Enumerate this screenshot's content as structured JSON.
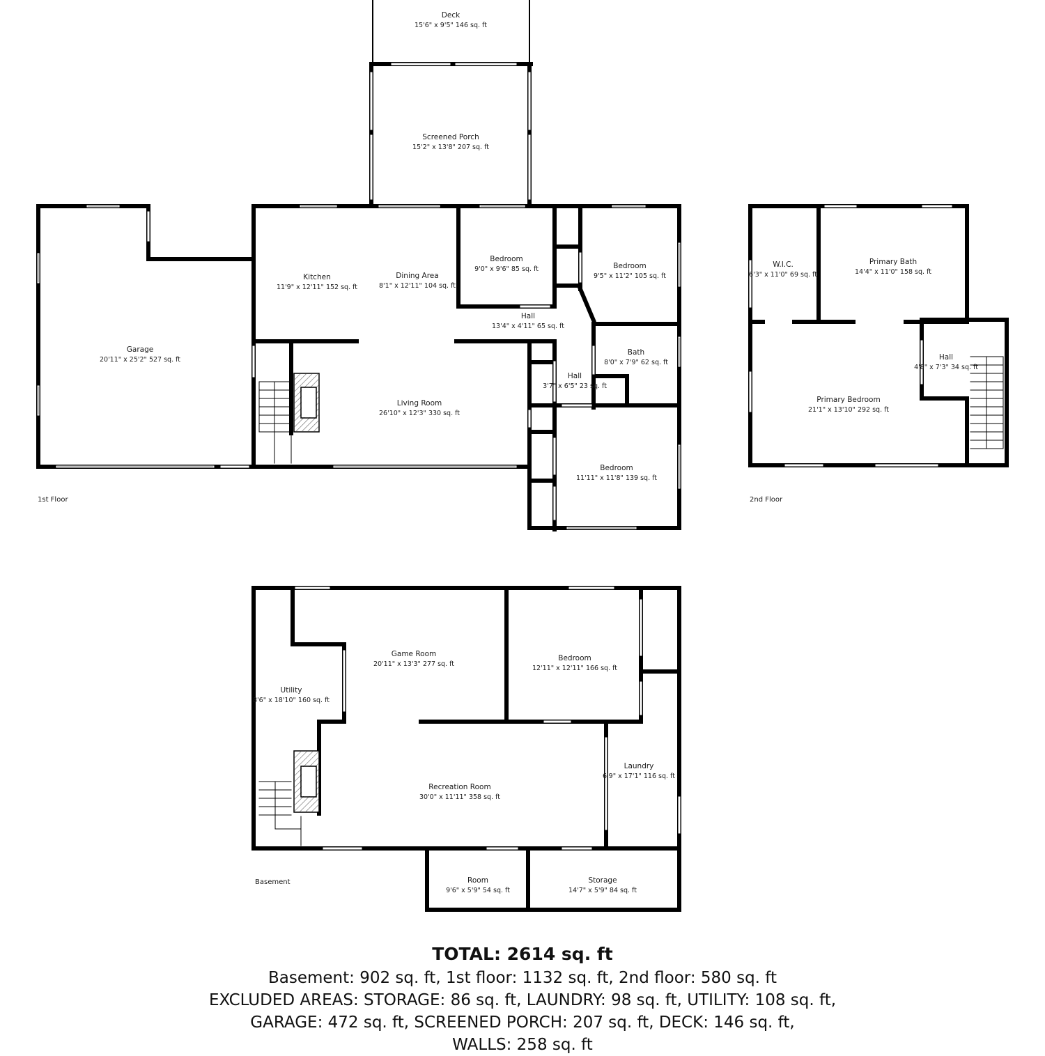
{
  "floors": {
    "first": "1st Floor",
    "second": "2nd Floor",
    "basement": "Basement"
  },
  "rooms": {
    "deck": {
      "name": "Deck",
      "dims": "15'6\" x 9'5\" 146 sq. ft"
    },
    "screened_porch": {
      "name": "Screened Porch",
      "dims": "15'2\" x 13'8\" 207 sq. ft"
    },
    "garage": {
      "name": "Garage",
      "dims": "20'11\" x 25'2\" 527 sq. ft"
    },
    "kitchen": {
      "name": "Kitchen",
      "dims": "11'9\" x 12'11\" 152 sq. ft"
    },
    "dining": {
      "name": "Dining Area",
      "dims": "8'1\" x 12'11\" 104 sq. ft"
    },
    "bedroom_a": {
      "name": "Bedroom",
      "dims": "9'0\" x 9'6\" 85 sq. ft"
    },
    "bedroom_b": {
      "name": "Bedroom",
      "dims": "9'5\" x 11'2\" 105 sq. ft"
    },
    "hall_1": {
      "name": "Hall",
      "dims": "13'4\" x 4'11\" 65 sq. ft"
    },
    "bath": {
      "name": "Bath",
      "dims": "8'0\" x 7'9\" 62 sq. ft"
    },
    "hall_2": {
      "name": "Hall",
      "dims": "3'7\" x 6'5\" 23 sq. ft"
    },
    "living": {
      "name": "Living Room",
      "dims": "26'10\" x 12'3\" 330 sq. ft"
    },
    "bedroom_c": {
      "name": "Bedroom",
      "dims": "11'11\" x 11'8\" 139 sq. ft"
    },
    "wic": {
      "name": "W.I.C.",
      "dims": "6'3\" x 11'0\" 69 sq. ft"
    },
    "primary_bath": {
      "name": "Primary Bath",
      "dims": "14'4\" x 11'0\" 158 sq. ft"
    },
    "hall_3": {
      "name": "Hall",
      "dims": "4'8\" x 7'3\" 34 sq. ft"
    },
    "primary_bedroom": {
      "name": "Primary Bedroom",
      "dims": "21'1\" x 13'10\" 292 sq. ft"
    },
    "game_room": {
      "name": "Game Room",
      "dims": "20'11\" x 13'3\" 277 sq. ft"
    },
    "bedroom_d": {
      "name": "Bedroom",
      "dims": "12'11\" x 12'11\" 166 sq. ft"
    },
    "utility": {
      "name": "Utility",
      "dims": "8'6\" x 18'10\" 160 sq. ft"
    },
    "laundry": {
      "name": "Laundry",
      "dims": "6'9\" x 17'1\" 116 sq. ft"
    },
    "recreation": {
      "name": "Recreation Room",
      "dims": "30'0\" x 11'11\" 358 sq. ft"
    },
    "room": {
      "name": "Room",
      "dims": "9'6\" x 5'9\" 54 sq. ft"
    },
    "storage": {
      "name": "Storage",
      "dims": "14'7\" x 5'9\" 84 sq. ft"
    }
  },
  "summary": {
    "total": "TOTAL: 2614 sq. ft",
    "line1": "Basement: 902 sq. ft, 1st floor: 1132 sq. ft, 2nd floor: 580 sq. ft",
    "line2": "EXCLUDED AREAS: STORAGE: 86 sq. ft, LAUNDRY: 98 sq. ft, UTILITY: 108 sq. ft,",
    "line3": "GARAGE: 472 sq. ft, SCREENED PORCH: 207 sq. ft, DECK: 146 sq. ft,",
    "line4": "WALLS: 258 sq. ft"
  }
}
